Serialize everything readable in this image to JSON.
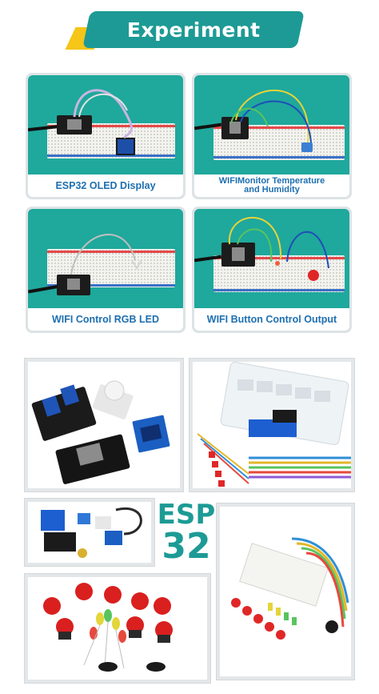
{
  "header": {
    "title": "Experiment"
  },
  "experiments": [
    {
      "caption": "ESP32 OLED Display"
    },
    {
      "caption_line1": "WIFIMonitor Temperature",
      "caption_line2": "and Humidity"
    },
    {
      "caption": "WIFI Control RGB LED"
    },
    {
      "caption": "WIFI Button Control Output"
    }
  ],
  "logo": {
    "line1": "ESP",
    "line2": "32"
  },
  "colors": {
    "teal": "#1d9a95",
    "accent": "#f5c518",
    "caption_blue": "#1d6fb0"
  }
}
